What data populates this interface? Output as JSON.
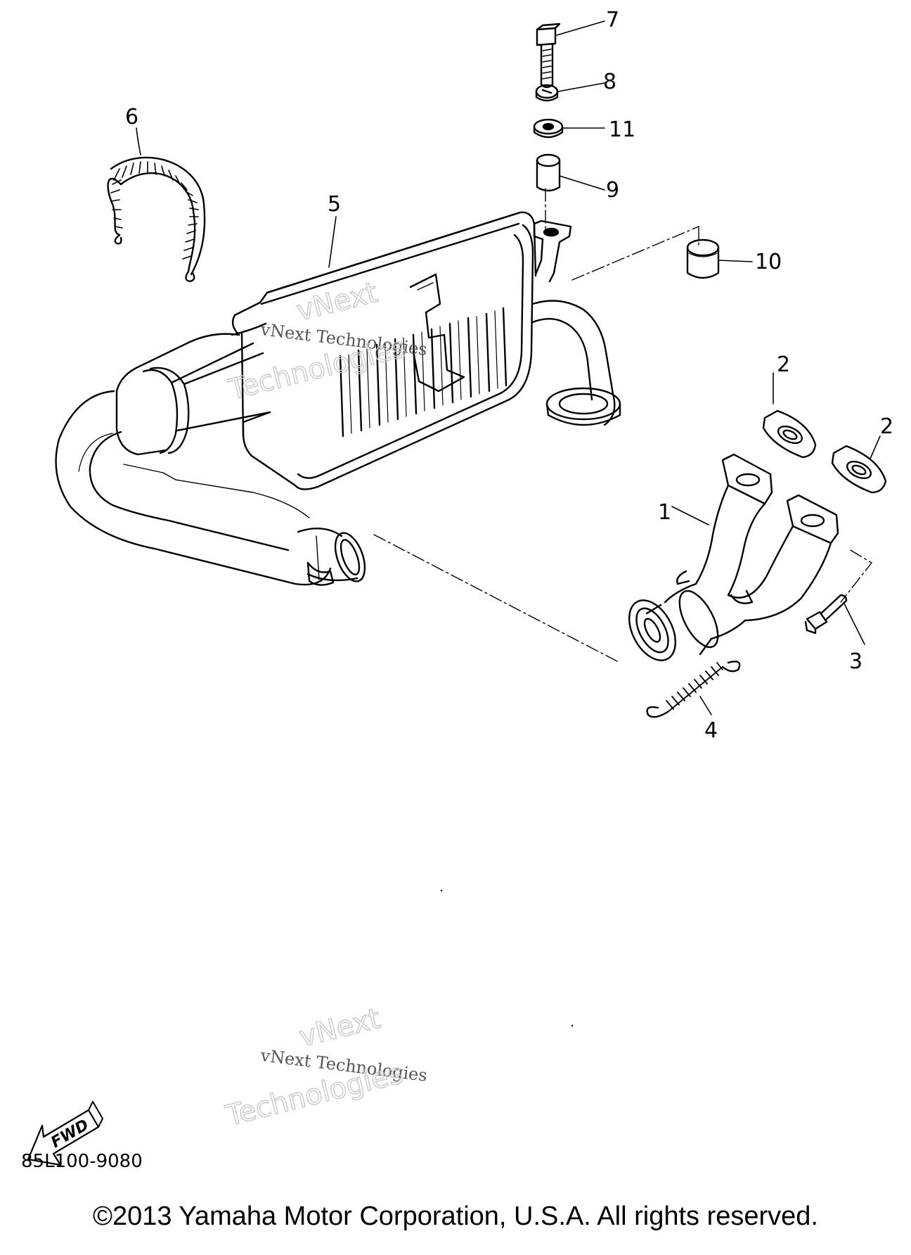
{
  "diagram": {
    "callouts": [
      {
        "id": "1",
        "label": "1"
      },
      {
        "id": "2a",
        "label": "2"
      },
      {
        "id": "2b",
        "label": "2"
      },
      {
        "id": "3",
        "label": "3"
      },
      {
        "id": "4",
        "label": "4"
      },
      {
        "id": "5",
        "label": "5"
      },
      {
        "id": "6",
        "label": "6"
      },
      {
        "id": "7",
        "label": "7"
      },
      {
        "id": "8",
        "label": "8"
      },
      {
        "id": "9",
        "label": "9"
      },
      {
        "id": "10",
        "label": "10"
      },
      {
        "id": "11",
        "label": "11"
      }
    ],
    "fwd_label": "FWD",
    "watermark": {
      "line1": "vNext Technologies",
      "outline_top": "vNext",
      "outline_bottom": "Technologies"
    },
    "diagram_code": "85L100-9080",
    "copyright": "©2013 Yamaha Motor Corporation, U.S.A. All rights reserved."
  }
}
